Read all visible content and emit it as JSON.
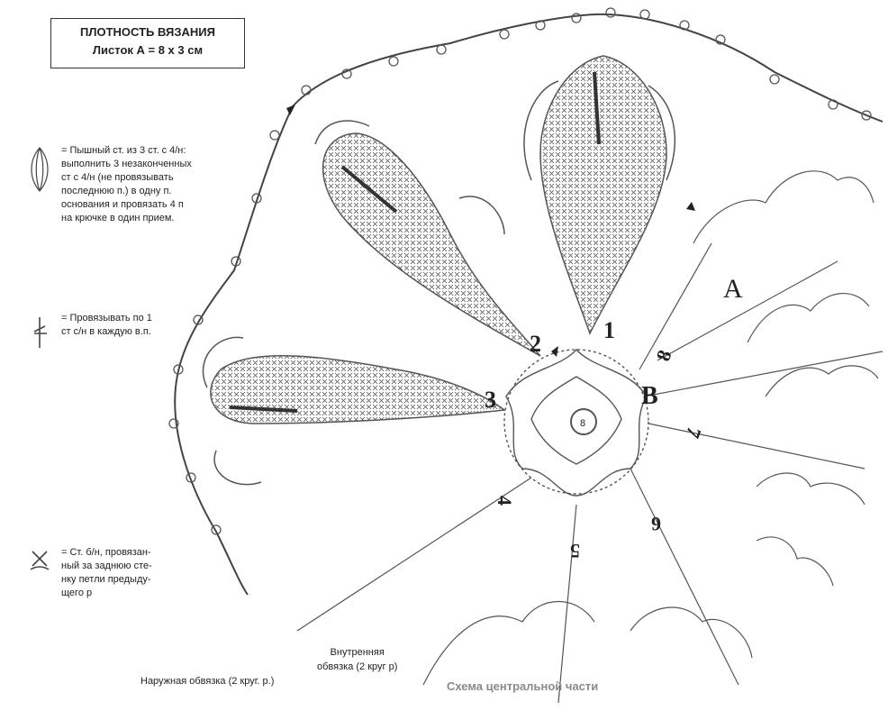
{
  "density": {
    "title": "ПЛОТНОСТЬ ВЯЗАНИЯ",
    "value": "Листок А = 8 х 3 см"
  },
  "legend": [
    {
      "symbol": "puff-stitch-icon",
      "lines": [
        "= Пышный ст. из 3 ст. с 4/н:",
        "выполнить 3 незаконченных",
        "ст  с 4/н (не провязывать",
        "последнюю п.) в одну п.",
        "основания и провязать 4 п",
        "на крючке в один прием."
      ]
    },
    {
      "symbol": "double-crochet-icon",
      "lines": [
        "= Провязывать по 1",
        "ст с/н в каждую в.п."
      ]
    },
    {
      "symbol": "single-crochet-back-loop-icon",
      "lines": [
        "= Ст. б/н, провязан-",
        "ный за заднюю сте-",
        "нку петли предыду-",
        "щего р"
      ]
    }
  ],
  "labels": {
    "inner_edging": [
      "Внутренняя",
      "обвязка (2 круг р)"
    ],
    "outer_edging": "Наружная обвязка (2 круг. р.)",
    "caption": "Схема центральной части",
    "section_a": "A",
    "section_b": "B",
    "spoke_numbers": [
      "1",
      "2",
      "3",
      "4",
      "5",
      "6",
      "7",
      "8"
    ],
    "center_number": "8"
  }
}
